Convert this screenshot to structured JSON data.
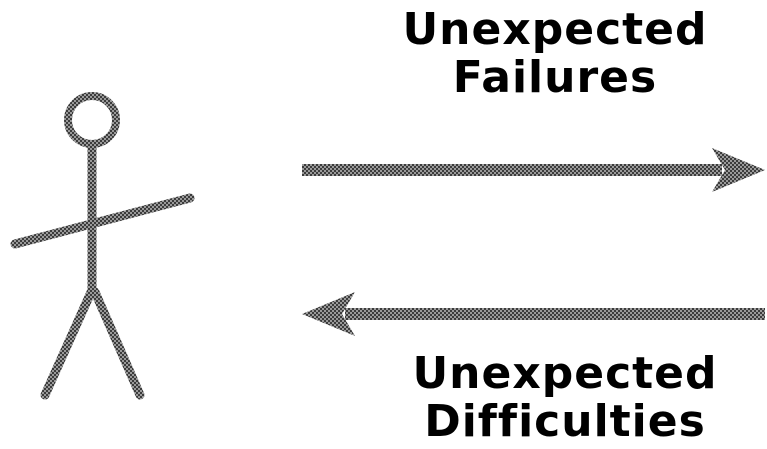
{
  "diagram": {
    "top_label": {
      "line1": "Unexpected",
      "line2": "Failures"
    },
    "bottom_label": {
      "line1": "Unexpected",
      "line2": "Difficulties"
    },
    "colors": {
      "stroke": "#8a8a8a",
      "stroke_dark": "#3a3a3a",
      "text": "#000000",
      "background": "#ffffff"
    }
  }
}
